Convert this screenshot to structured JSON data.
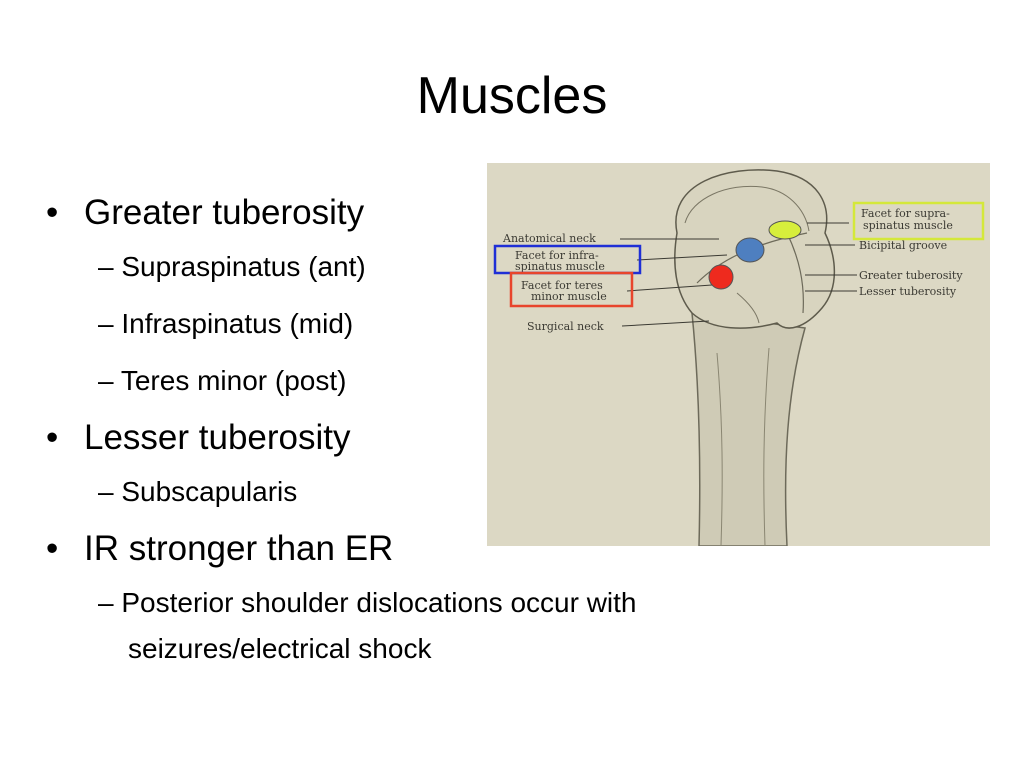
{
  "slide": {
    "title": "Muscles",
    "bullets": [
      {
        "text": "Greater tuberosity",
        "subs": [
          "Supraspinatus (ant)",
          "Infraspinatus (mid)",
          "Teres minor (post)"
        ]
      },
      {
        "text": "Lesser tuberosity",
        "subs": [
          "Subscapularis"
        ]
      },
      {
        "text": "IR stronger than ER",
        "subs": [
          "Posterior shoulder dislocations occur with seizures/electrical shock"
        ]
      }
    ]
  },
  "figure": {
    "labels": {
      "anatomical_neck": "Anatomical neck",
      "facet_infra_1": "Facet for infra-",
      "facet_infra_2": "spinatus muscle",
      "facet_teres_1": "Facet for teres",
      "facet_teres_2": "minor muscle",
      "surgical_neck": "Surgical neck",
      "facet_supra_1": "Facet for supra-",
      "facet_supra_2": "spinatus muscle",
      "bicipital_groove": "Bicipital groove",
      "greater_tuberosity": "Greater tuberosity",
      "lesser_tuberosity": "Lesser tuberosity"
    },
    "colors": {
      "supraspinatus_marker": "#d7ee3c",
      "infraspinatus_marker": "#4e7fc0",
      "teres_minor_marker": "#ee2a1e",
      "infraspinatus_box": "#1f2fd6",
      "teres_minor_box": "#e8452c",
      "supraspinatus_box": "#d4e83a"
    }
  }
}
